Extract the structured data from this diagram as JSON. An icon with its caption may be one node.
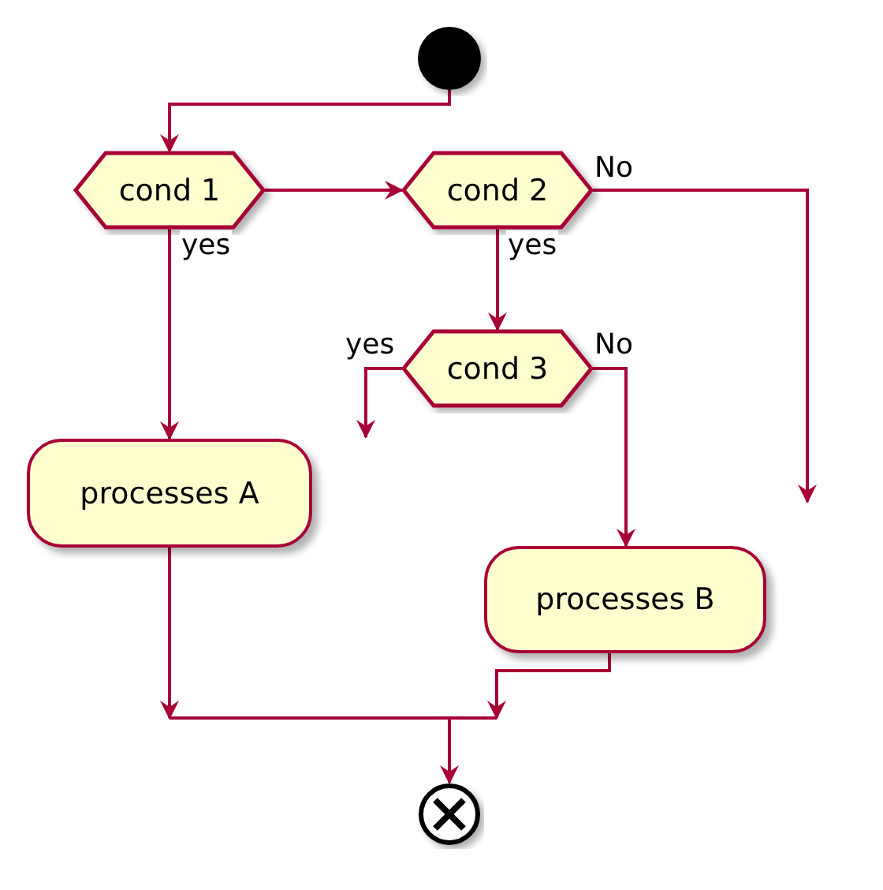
{
  "diagram": {
    "nodes": [
      {
        "text": [],
        "shape": "circle"
      },
      {
        "text": [
          "cond 1"
        ]
      },
      {
        "text": [
          "cond 2"
        ]
      },
      {
        "text": [
          "cond 3"
        ]
      },
      {
        "text": [
          "processes A"
        ]
      },
      {
        "text": [
          "processes B"
        ]
      },
      {
        "text": [],
        "shape": "circle"
      }
    ],
    "edges": [
      {
        "from": 0,
        "to": 1,
        "arrow": "to"
      },
      {
        "from": 1,
        "to": 2,
        "arrow": "to"
      },
      {
        "from": 1,
        "to": 4,
        "arrow": "to",
        "label": "yes"
      },
      {
        "from": 2,
        "to": 3,
        "arrow": "to",
        "label": "yes"
      },
      {
        "from": 2,
        "to": null,
        "arrow": "to",
        "label": "No"
      },
      {
        "from": 3,
        "to": null,
        "arrow": "to",
        "label": "yes"
      },
      {
        "from": 3,
        "to": 5,
        "arrow": "to",
        "label": "No"
      },
      {
        "from": 4,
        "to": 6,
        "arrow": "to"
      },
      {
        "from": 5,
        "to": 6,
        "arrow": "to"
      }
    ]
  }
}
